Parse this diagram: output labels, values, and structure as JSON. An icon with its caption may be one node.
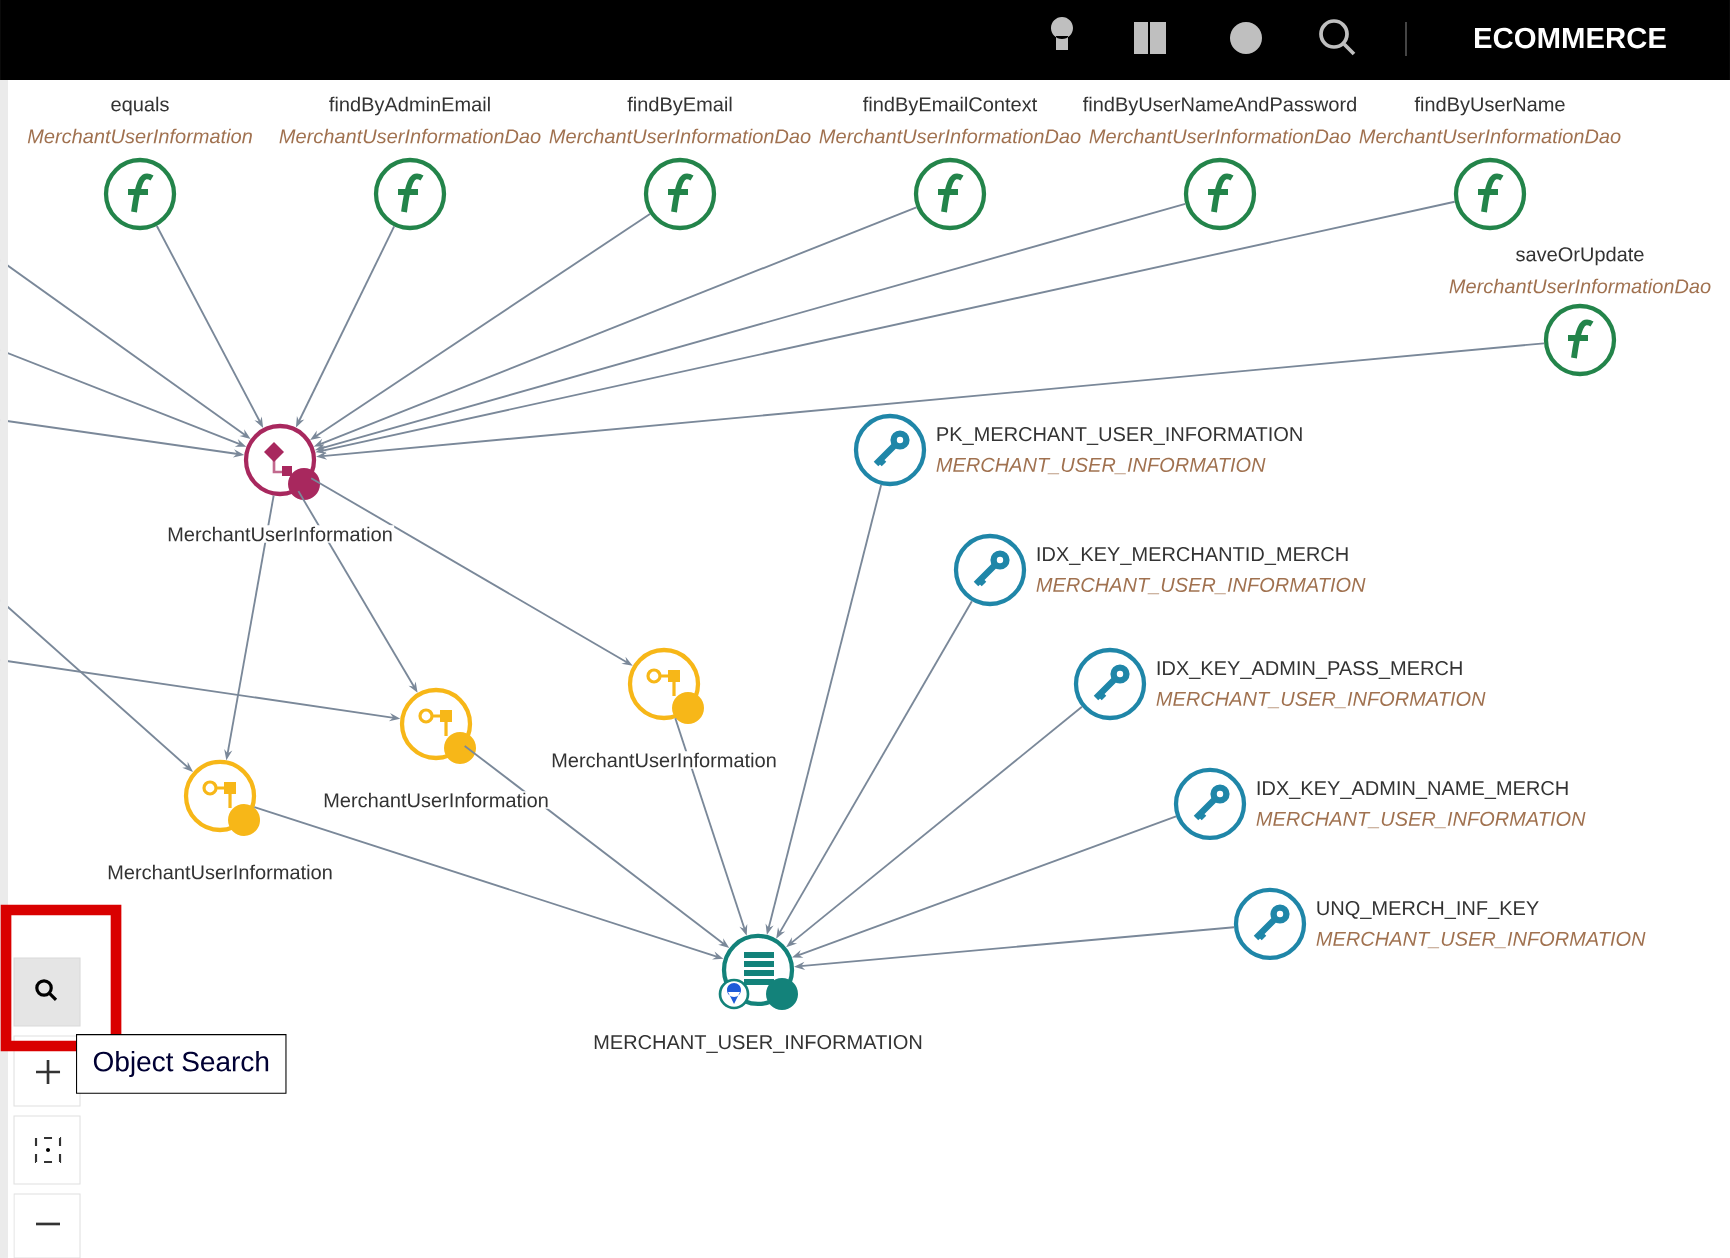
{
  "diagram": {
    "nodes": [
      {
        "text": [
          "equals",
          "MerchantUserInformation"
        ]
      },
      {
        "text": [
          "findByAdminEmail",
          "MerchantUserInformationDao"
        ]
      },
      {
        "text": [
          "findByEmail",
          "MerchantUserInformationDao"
        ]
      },
      {
        "text": [
          "findByEmailContext",
          "MerchantUserInformationDao"
        ]
      },
      {
        "text": [
          "findByUserNameAndPassword",
          "MerchantUserInformationDao"
        ]
      },
      {
        "text": [
          "findByUserName",
          "MerchantUserInformationDao"
        ]
      },
      {
        "text": [
          "saveOrUpdate",
          "MerchantUserInformationDao"
        ]
      },
      {
        "text": [
          "MerchantUserInformation"
        ]
      },
      {
        "text": [
          "MerchantUserInformation"
        ]
      },
      {
        "text": [
          "MerchantUserInformation"
        ]
      },
      {
        "text": [
          "MerchantUserInformation"
        ]
      },
      {
        "text": [
          "MERCHANT_USER_INFORMATION"
        ]
      },
      {
        "text": [
          "PK_MERCHANT_USER_INFORMATION",
          "MERCHANT_USER_INFORMATION"
        ]
      },
      {
        "text": [
          "IDX_KEY_MERCHANTID_MERCH",
          "MERCHANT_USER_INFORMATION"
        ]
      },
      {
        "text": [
          "IDX_KEY_ADMIN_PASS_MERCH",
          "MERCHANT_USER_INFORMATION"
        ]
      },
      {
        "text": [
          "IDX_KEY_ADMIN_NAME_MERCH",
          "MERCHANT_USER_INFORMATION"
        ]
      },
      {
        "text": [
          "UNQ_MERCH_INF_KEY",
          "MERCHANT_USER_INFORMATION"
        ]
      }
    ],
    "edges": [
      {
        "from": 0,
        "to": 7,
        "arrow": "to"
      },
      {
        "from": 1,
        "to": 7,
        "arrow": "to"
      },
      {
        "from": 2,
        "to": 7,
        "arrow": "to"
      },
      {
        "from": 3,
        "to": 7,
        "arrow": "to"
      },
      {
        "from": 4,
        "to": 7,
        "arrow": "to"
      },
      {
        "from": 5,
        "to": 7,
        "arrow": "to"
      },
      {
        "from": 6,
        "to": 7,
        "arrow": "to"
      },
      {
        "from": null,
        "to": 7,
        "arrow": "to"
      },
      {
        "from": null,
        "to": 7,
        "arrow": "to"
      },
      {
        "from": null,
        "to": 7,
        "arrow": "to"
      },
      {
        "from": 7,
        "to": 8,
        "arrow": "to"
      },
      {
        "from": 7,
        "to": 9,
        "arrow": "to"
      },
      {
        "from": 7,
        "to": 10,
        "arrow": "to"
      },
      {
        "from": null,
        "to": 8,
        "arrow": "to"
      },
      {
        "from": null,
        "to": 9,
        "arrow": "to"
      },
      {
        "from": 8,
        "to": 11,
        "arrow": "to"
      },
      {
        "from": 9,
        "to": 11,
        "arrow": "to"
      },
      {
        "from": 10,
        "to": 11,
        "arrow": "to"
      },
      {
        "from": 12,
        "to": 11,
        "arrow": "to"
      },
      {
        "from": 13,
        "to": 11,
        "arrow": "to"
      },
      {
        "from": 14,
        "to": 11,
        "arrow": "to"
      },
      {
        "from": 15,
        "to": 11,
        "arrow": "to"
      },
      {
        "from": 16,
        "to": 11,
        "arrow": "to"
      }
    ],
    "labels": [
      "ECOMMERCE",
      "Object Search"
    ]
  }
}
